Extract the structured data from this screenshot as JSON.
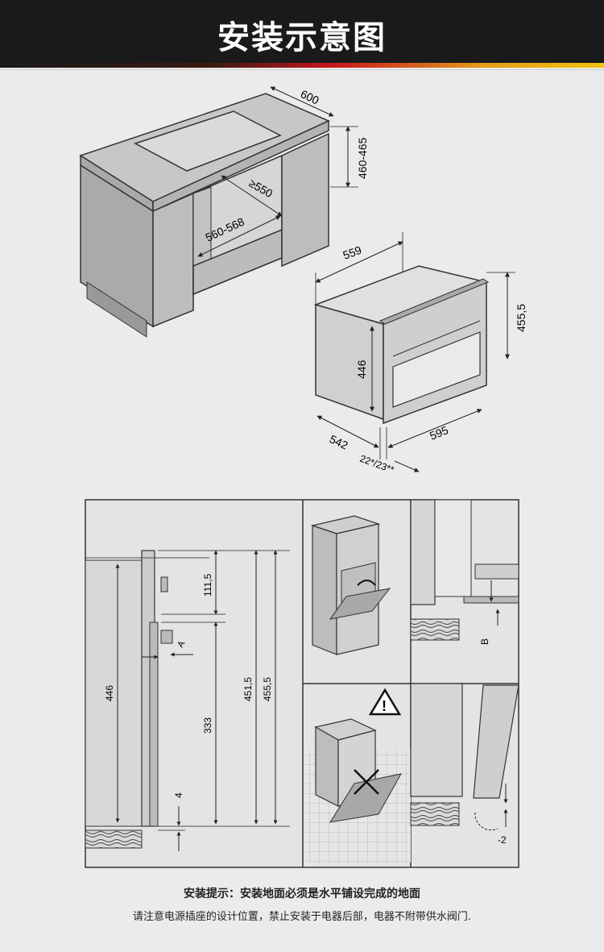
{
  "header": {
    "title": "安装示意图"
  },
  "top_diagram": {
    "dims": {
      "width": "600",
      "height_range": "460-465",
      "depth_min": "≥550",
      "opening_width": "560-568"
    }
  },
  "oven_diagram": {
    "dims": {
      "body_width": "559",
      "front_height": "455,5",
      "body_height": "446",
      "depth": "542",
      "front_width": "595",
      "front_thickness": "22*/23**"
    }
  },
  "panel_left": {
    "dims": {
      "v111_5": "111,5",
      "v446": "446",
      "v333": "333",
      "v451_5": "451,5",
      "v455_5": "455,5",
      "v4": "4",
      "label_a": "A"
    }
  },
  "panel_right": {
    "label_b": "B",
    "label_minus2": "-2"
  },
  "notes": {
    "title": "安装提示：安装地面必须是水平铺设完成的地面",
    "body": "请注意电源插座的设计位置，禁止安装于电器后部，电器不附带供水阀门."
  }
}
